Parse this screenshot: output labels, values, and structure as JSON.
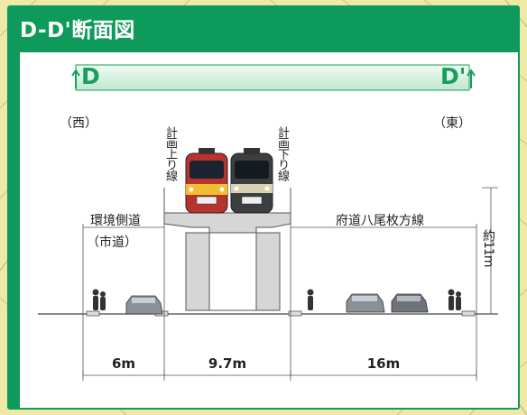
{
  "title": "D-D'断面図",
  "endpoint_left": "D",
  "endpoint_right": "D'",
  "west_label": "（西）",
  "east_label": "（東）",
  "up_line_label": "計画上り線",
  "down_line_label": "計画下り線",
  "left_road_name": "環境側道",
  "left_road_sub": "（市道）",
  "right_road_name": "府道八尾枚方線",
  "height_label": "約11m",
  "dimensions": [
    "6m",
    "9.7m",
    "16m"
  ],
  "colors": {
    "frame": "#0e9a5a",
    "accent": "#14a05a",
    "map_bg": "#efe9a8",
    "pier": "#d6d6d6"
  }
}
